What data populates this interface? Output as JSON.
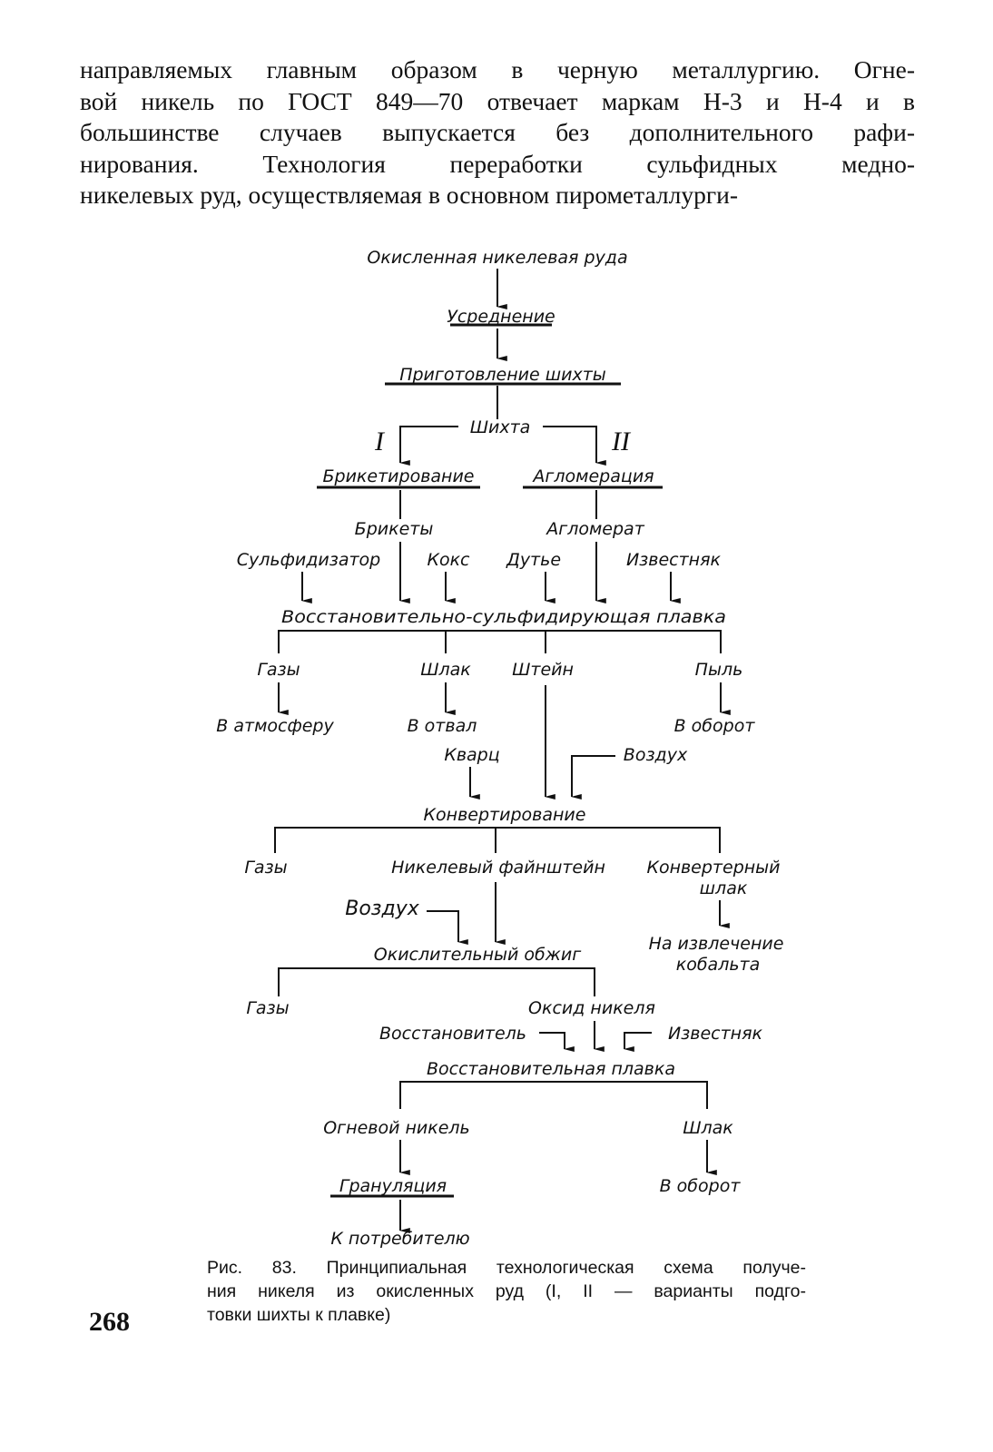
{
  "body_text": {
    "lines": [
      "направляемых главным образом в черную металлургию. Огне-",
      "вой никель по ГОСТ 849—70 отвечает маркам Н-3 и Н-4 и в",
      "большинстве случаев выпускается без дополнительного рафи-",
      "нирования. Технология переработки сульфидных медно-",
      "никелевых руд, осуществляемая в основном пирометаллурги-"
    ]
  },
  "diagram": {
    "nodes": {
      "ore": "Окисленная никелевая руда",
      "averaging": "Усреднение",
      "charge_prep": "Приготовление шихты",
      "charge": "Шихта",
      "variant_1": "I",
      "variant_2": "II",
      "briquetting": "Брикетирование",
      "agglomeration": "Агломерация",
      "briquettes": "Брикеты",
      "agglomerate": "Агломерат",
      "sulfidizer": "Сульфидизатор",
      "coke": "Кокс",
      "blast": "Дутье",
      "limestone_1": "Известняк",
      "reducing_sulfidizing_smelting": "Восстановительно-сульфидирующая плавка",
      "gases_1": "Газы",
      "slag_1": "Шлак",
      "matte": "Штейн",
      "dust": "Пыль",
      "to_atmosphere": "В атмосферу",
      "to_dump": "В отвал",
      "to_recycle_1": "В оборот",
      "quartz": "Кварц",
      "air_1": "Воздух",
      "converting": "Конвертирование",
      "gases_2": "Газы",
      "nickel_fine_matte": "Никелевый файнштейн",
      "converter_slag_1": "Конвертерный",
      "converter_slag_2": "шлак",
      "air_2": "Воздух",
      "cobalt_recovery_1": "На извлечение",
      "cobalt_recovery_2": "кобальта",
      "oxidizing_roasting": "Окислительный обжиг",
      "gases_3": "Газы",
      "nickel_oxide": "Оксид никеля",
      "reductant": "Восстановитель",
      "limestone_2": "Известняк",
      "reducing_smelting": "Восстановительная плавка",
      "fire_nickel": "Огневой никель",
      "slag_2": "Шлак",
      "granulation": "Грануляция",
      "to_recycle_2": "В оборот",
      "to_consumer": "К потребителю"
    }
  },
  "caption": {
    "lines": [
      "Рис. 83. Принципиальная технологическая схема получе-",
      "ния никеля из окисленных руд (I, II — варианты подго-",
      "товки шихты к плавке)"
    ]
  },
  "page_number": "268"
}
